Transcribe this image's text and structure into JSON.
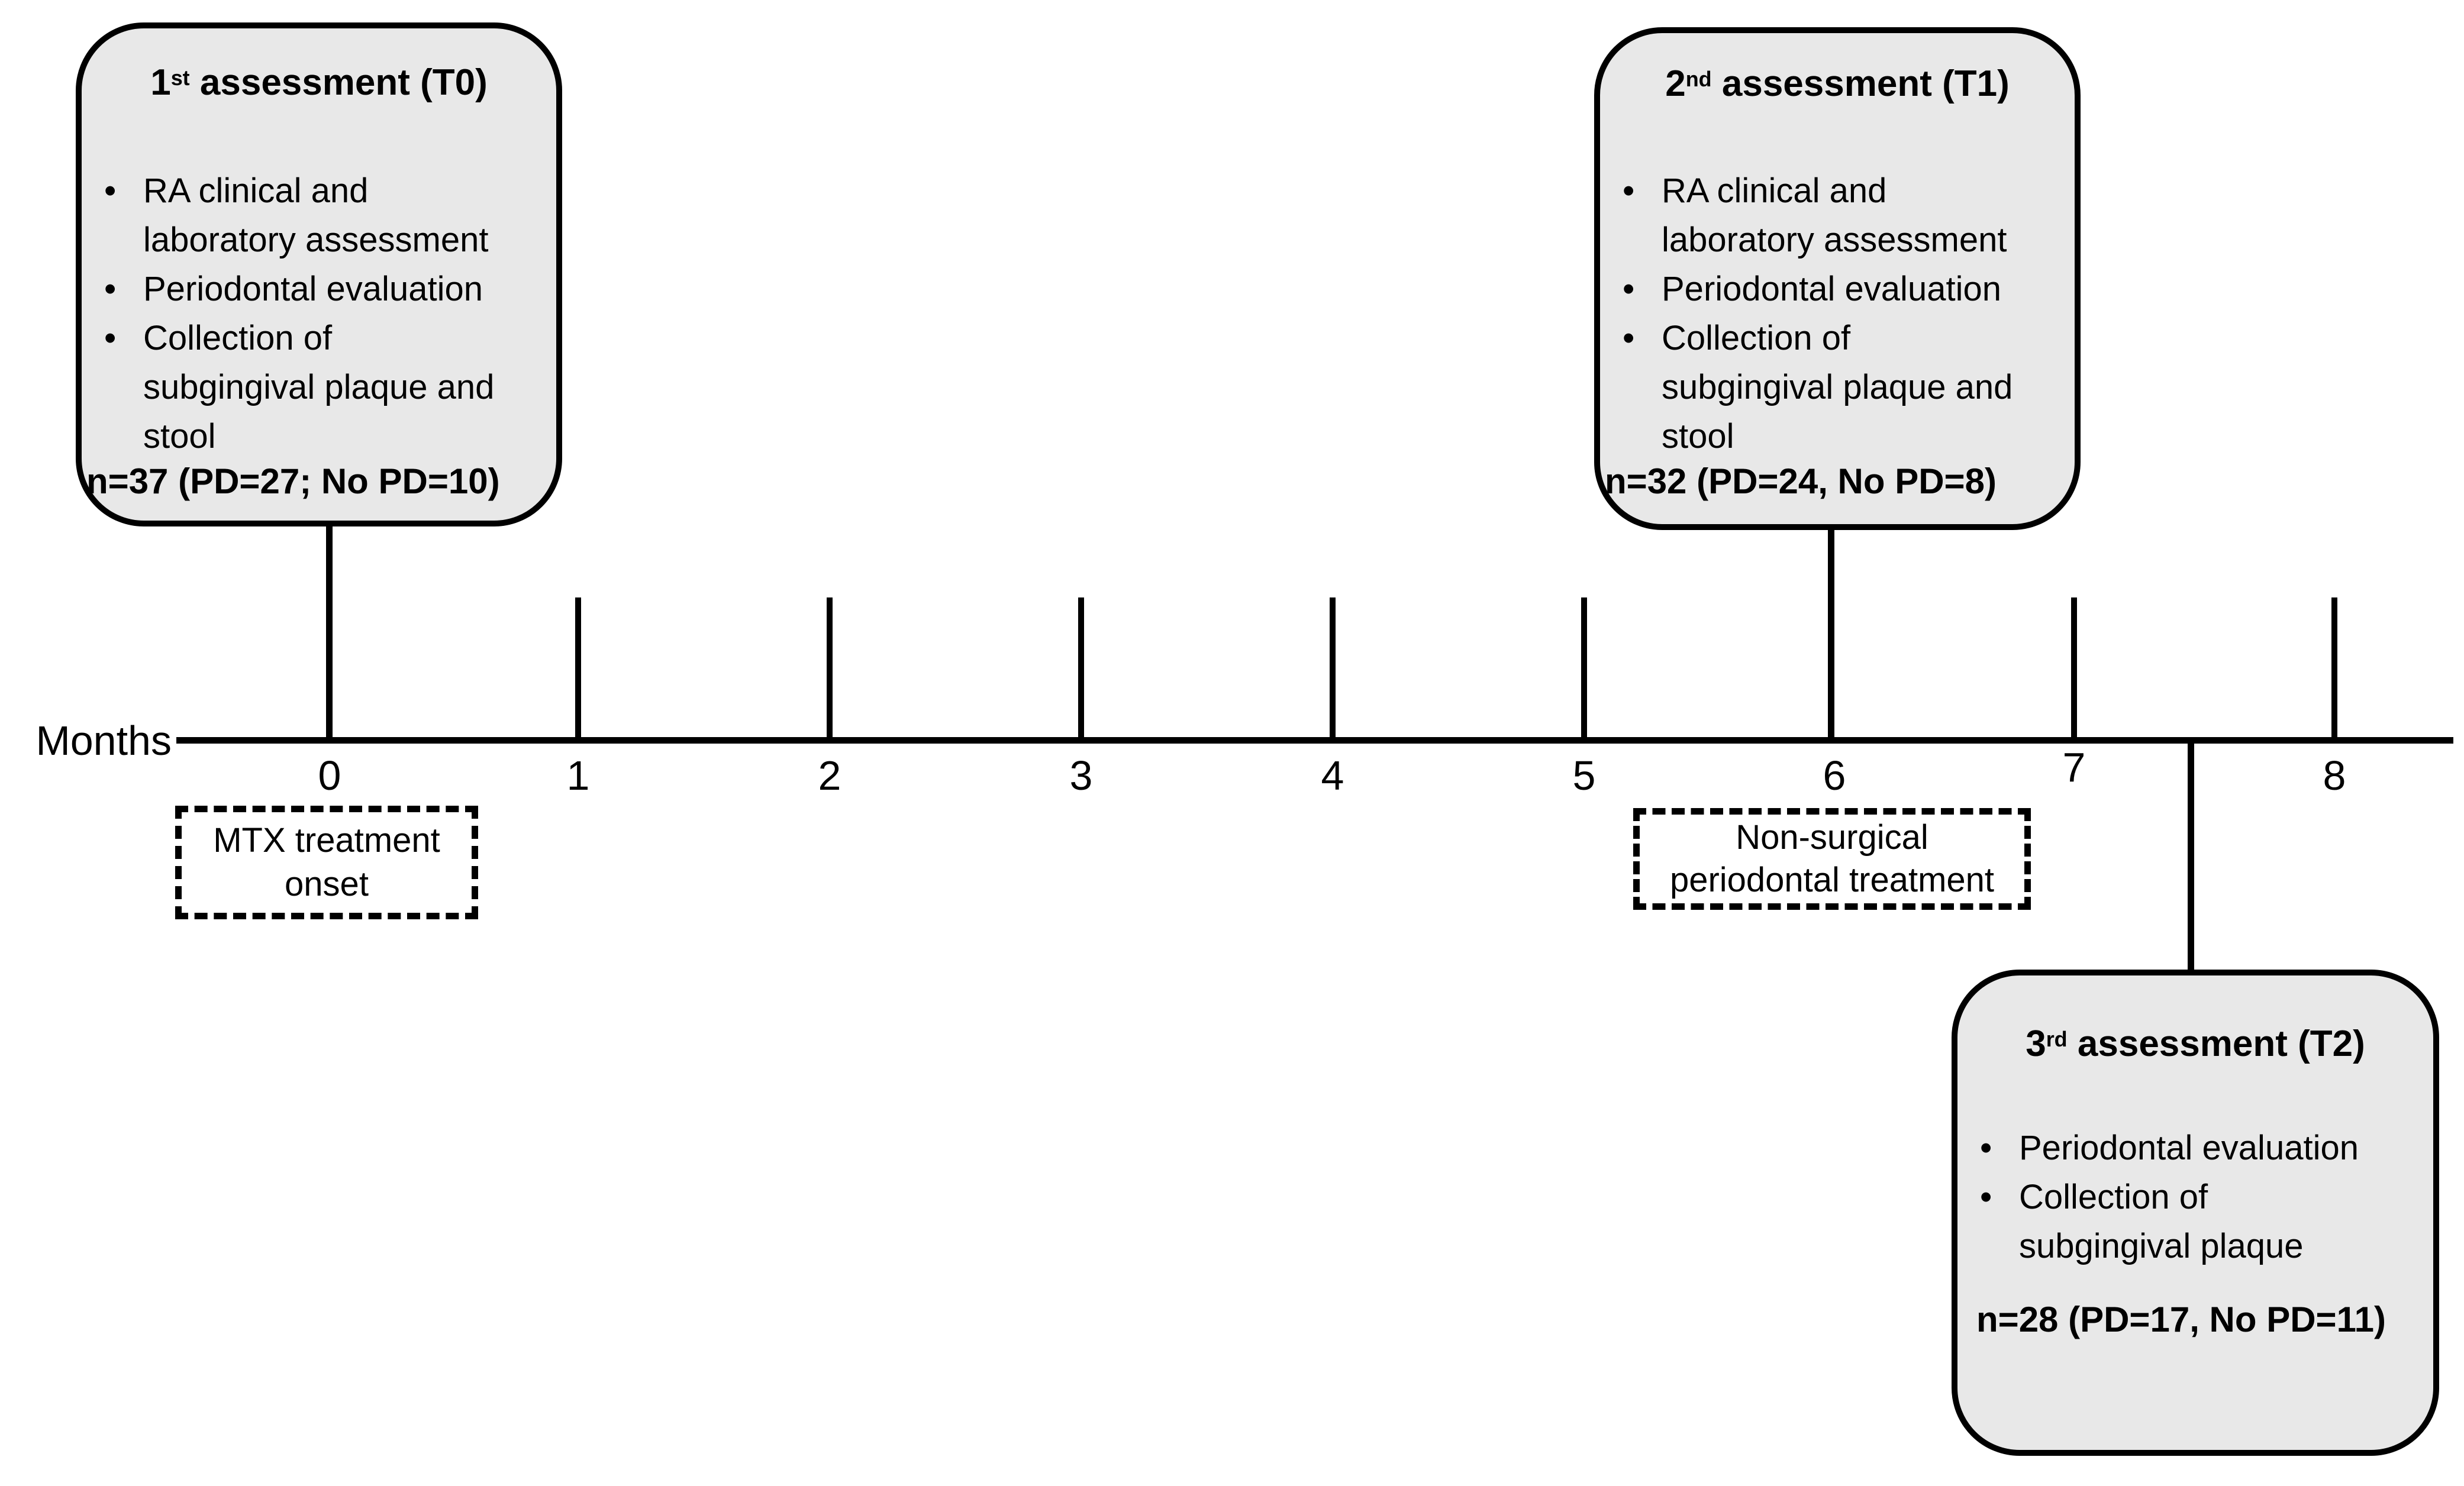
{
  "timeline": {
    "axis_label": "Months",
    "month_labels": [
      "0",
      "1",
      "2",
      "3",
      "4",
      "5",
      "6",
      "7",
      "8"
    ]
  },
  "assessments": [
    {
      "title_number": "1",
      "title_ordinal": "st",
      "title_rest": " assessment (T0)",
      "bullets": [
        "RA clinical and\nlaboratory assessment",
        "Periodontal evaluation",
        "Collection of\nsubgingival plaque and\nstool"
      ],
      "sample_size": "n=37 (PD=27; No PD=10)"
    },
    {
      "title_number": "2",
      "title_ordinal": "nd",
      "title_rest": " assessment (T1)",
      "bullets": [
        "RA clinical and\nlaboratory assessment",
        "Periodontal evaluation",
        "Collection of\nsubgingival plaque and\nstool"
      ],
      "sample_size": "n=32 (PD=24, No PD=8)"
    },
    {
      "title_number": "3",
      "title_ordinal": "rd",
      "title_rest": " assessment (T2)",
      "bullets": [
        "Periodontal evaluation",
        "Collection of\nsubgingival plaque"
      ],
      "sample_size": "n=28 (PD=17, No PD=11)"
    }
  ],
  "interventions": [
    {
      "label": "MTX treatment\nonset"
    },
    {
      "label": "Non-surgical\nperiodontal treatment"
    }
  ],
  "colors": {
    "background": "#ffffff",
    "box_fill": "#e8e8e8",
    "line": "#000000"
  }
}
